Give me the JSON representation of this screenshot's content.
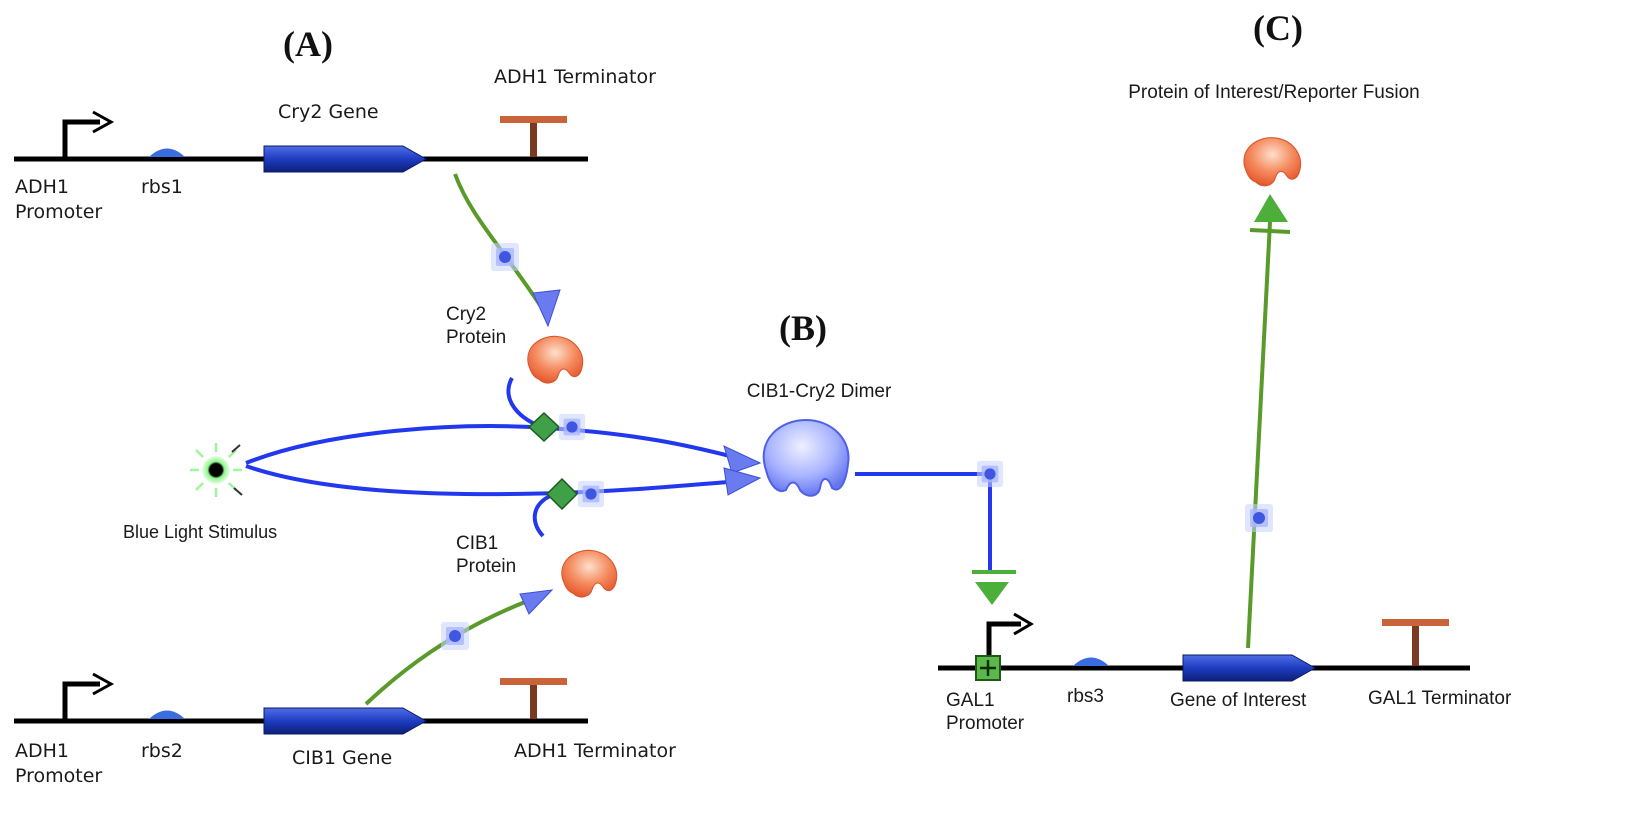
{
  "panels": {
    "a": "(A)",
    "b": "(B)",
    "c": "(C)"
  },
  "cassette_cry2": {
    "promoter": [
      "ADH1",
      "Promoter"
    ],
    "rbs": "rbs1",
    "gene": "Cry2 Gene",
    "terminator": "ADH1 Terminator"
  },
  "cassette_cib1": {
    "promoter": [
      "ADH1",
      "Promoter"
    ],
    "rbs": "rbs2",
    "gene": "CIB1 Gene",
    "terminator": "ADH1 Terminator"
  },
  "cassette_gal1": {
    "promoter": [
      "GAL1",
      "Promoter"
    ],
    "rbs": "rbs3",
    "gene": "Gene of Interest",
    "terminator": "GAL1 Terminator"
  },
  "proteins": {
    "cry2": [
      "Cry2",
      "Protein"
    ],
    "cib1": [
      "CIB1",
      "Protein"
    ],
    "dimer": "CIB1-Cry2 Dimer",
    "fusion": "Protein of Interest/Reporter Fusion"
  },
  "stimulus": "Blue Light Stimulus",
  "colors": {
    "dna": "#000000",
    "gene_fill": "#1f3fbf",
    "rbs": "#3a6de0",
    "terminator": "#b4582f",
    "protein": "#f07a4e",
    "dimer": "#8fa0ff",
    "interaction": "#2238ee",
    "production": "#5a9a2a",
    "activator": "#4caf3a"
  }
}
